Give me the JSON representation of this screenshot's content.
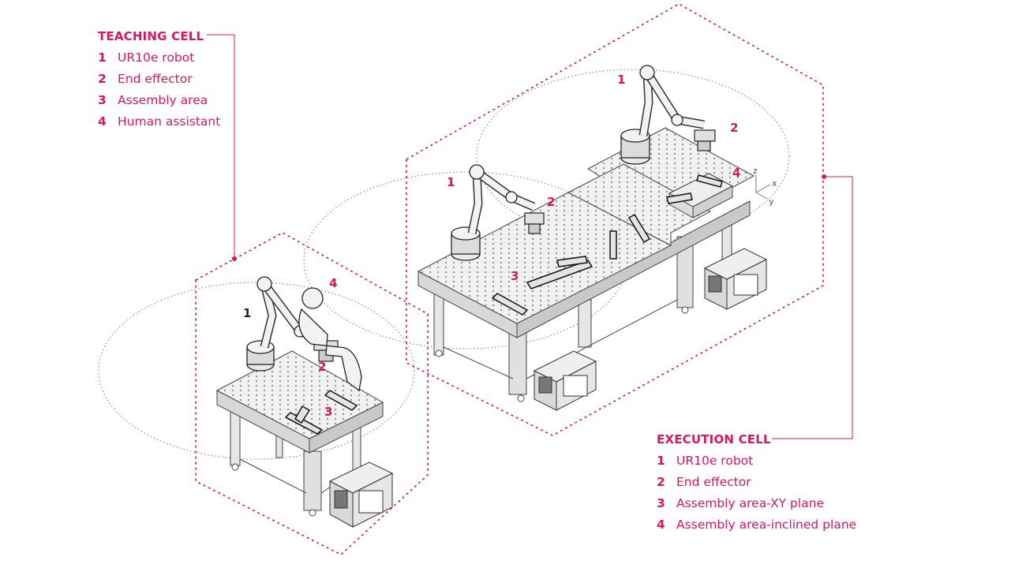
{
  "accent_color": "#d6185f",
  "teaching_cell": {
    "title": "TEACHING CELL",
    "items": [
      {
        "num": "1",
        "label": "UR10e robot"
      },
      {
        "num": "2",
        "label": "End effector"
      },
      {
        "num": "3",
        "label": "Assembly area"
      },
      {
        "num": "4",
        "label": "Human assistant"
      }
    ],
    "callouts": {
      "robot": "1",
      "effector": "2",
      "area": "3",
      "human": "4"
    }
  },
  "execution_cell": {
    "title": "EXECUTION CELL",
    "items": [
      {
        "num": "1",
        "label": "UR10e robot"
      },
      {
        "num": "2",
        "label": "End effector"
      },
      {
        "num": "3",
        "label": "Assembly area-XY plane"
      },
      {
        "num": "4",
        "label": "Assembly area-inclined plane"
      }
    ],
    "callouts": {
      "robot_a": "1",
      "effector_a": "2",
      "area_xy": "3",
      "robot_b": "1",
      "effector_b": "2",
      "area_inclined": "4"
    }
  },
  "axes": {
    "z": "z",
    "x": "x",
    "y": "y"
  }
}
